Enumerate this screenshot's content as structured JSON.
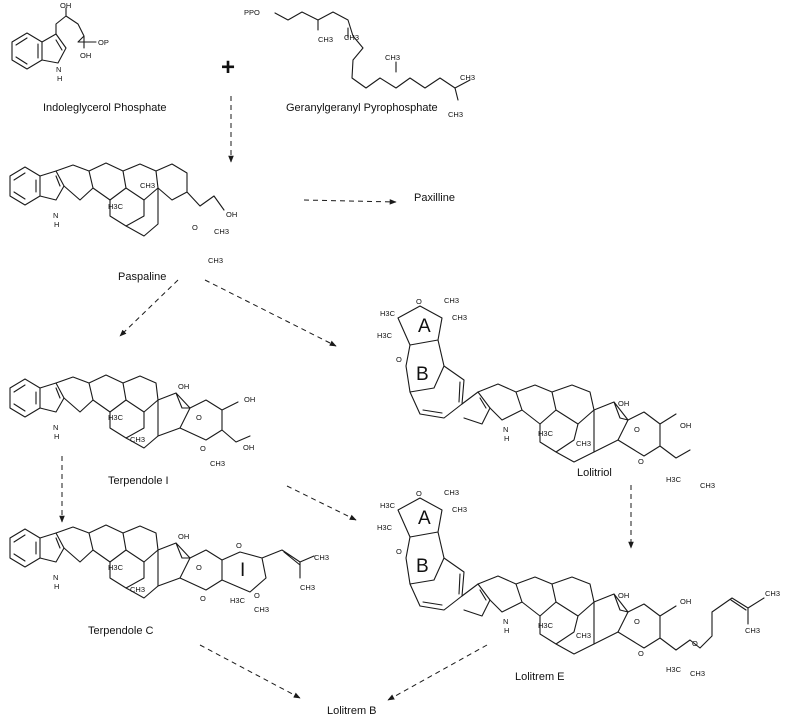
{
  "operator": "+",
  "compounds": {
    "indoleglycerol_phosphate": {
      "name": "Indoleglycerol Phosphate",
      "atoms": {
        "oh1": "OH",
        "oh2": "OH",
        "op": "OP",
        "nh": "N\nH"
      }
    },
    "geranylgeranyl_pyrophosphate": {
      "name": "Geranylgeranyl Pyrophosphate",
      "atoms": {
        "ppo": "PPO",
        "ch3": "CH3"
      }
    },
    "paspaline": {
      "name": "Paspaline",
      "atoms": {
        "ch3": "CH3",
        "h3c": "H3C",
        "o": "O",
        "oh": "OH",
        "nh": "N\nH"
      }
    },
    "paxilline": {
      "name": "Paxilline"
    },
    "terpendole_i": {
      "name": "Terpendole I",
      "atoms": {
        "oh": "OH",
        "o": "O",
        "ch3": "CH3",
        "h3c": "H3C"
      }
    },
    "terpendole_c": {
      "name": "Terpendole C",
      "atoms": {
        "oh": "OH",
        "o": "O",
        "ch3": "CH3",
        "h3c": "H3C"
      },
      "ring_labels": [
        "I"
      ]
    },
    "lolitriol": {
      "name": "Lolitriol",
      "atoms": {
        "oh": "OH",
        "o": "O",
        "ch3": "CH3",
        "h3c": "H3C"
      },
      "ring_labels": [
        "A",
        "B"
      ]
    },
    "lolitrem_e": {
      "name": "Lolitrem E",
      "atoms": {
        "oh": "OH",
        "o": "O",
        "ch3": "CH3",
        "h3c": "H3C"
      },
      "ring_labels": [
        "A",
        "B"
      ]
    },
    "lolitrem_b": {
      "name": "Lolitrem B"
    }
  }
}
